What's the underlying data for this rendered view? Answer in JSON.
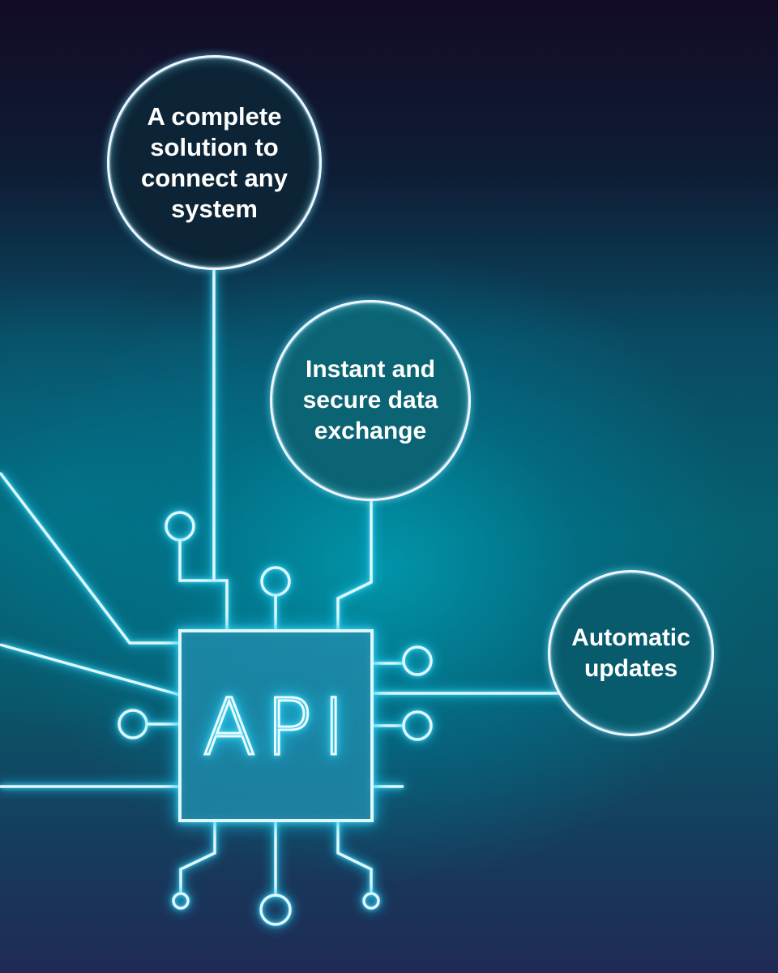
{
  "chip": {
    "label": "API"
  },
  "features": [
    {
      "text": "A complete solution to connect any system"
    },
    {
      "text": "Instant and secure data exchange"
    },
    {
      "text": "Automatic updates"
    }
  ],
  "colors": {
    "background_top": "#130b26",
    "background_mid": "#06606f",
    "background_bottom": "#1f2a55",
    "line_glow": "#4fe3ff",
    "bubble_border": "#eef6ff"
  }
}
